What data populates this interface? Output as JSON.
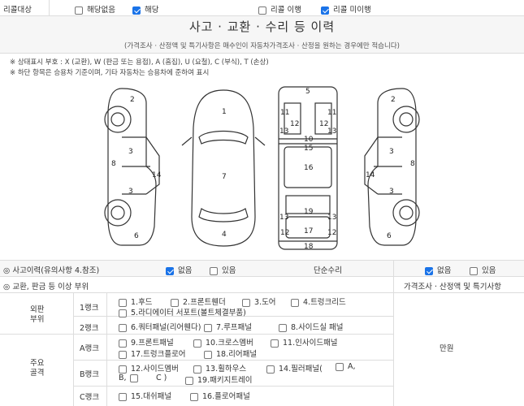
{
  "recall": {
    "label": "리콜대상",
    "applicable_no": "해당없음",
    "applicable_yes": "해당",
    "done": "리콜 이행",
    "not_done": "리콜 미이행"
  },
  "header": {
    "title": "사고 · 교환 · 수리 등 이력",
    "subtitle": "(가격조사 · 산정액 및 특기사항은 매수인이 자동차가격조사 · 산정을 원하는 경우에만 적습니다)"
  },
  "legend": {
    "line1": "※ 상태표시 부호 : X (교환), W (판금 또는 용접), A (흠집), U (요철), C (부식), T (손상)",
    "line2": "※ 하단 항목은 승용차 기준이며, 기타 자동차는 승용차에 준하여 표시"
  },
  "diagram": {
    "left_side": [
      "2",
      "3",
      "8",
      "14",
      "3",
      "6"
    ],
    "top_view": [
      "1",
      "7",
      "4"
    ],
    "chassis": [
      "5",
      "11",
      "12",
      "11",
      "12",
      "13",
      "13",
      "10",
      "15",
      "16",
      "19",
      "13",
      "13",
      "12",
      "17",
      "12",
      "18"
    ],
    "right_side": [
      "2",
      "3",
      "14",
      "8",
      "3",
      "6"
    ]
  },
  "accident": {
    "label": "사고이력(유의사항 4.참조)",
    "no": "없음",
    "yes": "있음",
    "simple_repair": "단순수리",
    "no2": "없음",
    "yes2": "있음"
  },
  "abnormal": {
    "label": "교환, 판금 등 이상 부위",
    "price_label": "가격조사 · 산정액 및 특기사항"
  },
  "parts": {
    "outer_label_1": "외판",
    "outer_label_2": "부위",
    "rank1": "1랭크",
    "rank1_items": [
      "1.후드",
      "2.프론트휀더",
      "3.도어",
      "4.트렁크리드",
      "5.라디에이터 서포트(볼트체결부품)"
    ],
    "rank2": "2랭크",
    "rank2_items": [
      "6.쿼터패널(리어휀다)",
      "7.루프패널",
      "8.사이드실 패널"
    ],
    "main_label_1": "주요",
    "main_label_2": "골격",
    "rankA": "A랭크",
    "rankA_items": [
      "9.프론트패널",
      "10.크로스멤버",
      "11.인사이드패널",
      "17.트렁크플로어",
      "18.리어패널"
    ],
    "rankB": "B랭크",
    "rankB_items": [
      "12.사이드멤버",
      "13.휠하우스",
      "14.필러패널(",
      "A,",
      "B,",
      "C )",
      "19.패키지트레이"
    ],
    "rankC": "C랭크",
    "rankC_items": [
      "15.대쉬패널",
      "16.플로어패널"
    ],
    "unit": "만원"
  }
}
